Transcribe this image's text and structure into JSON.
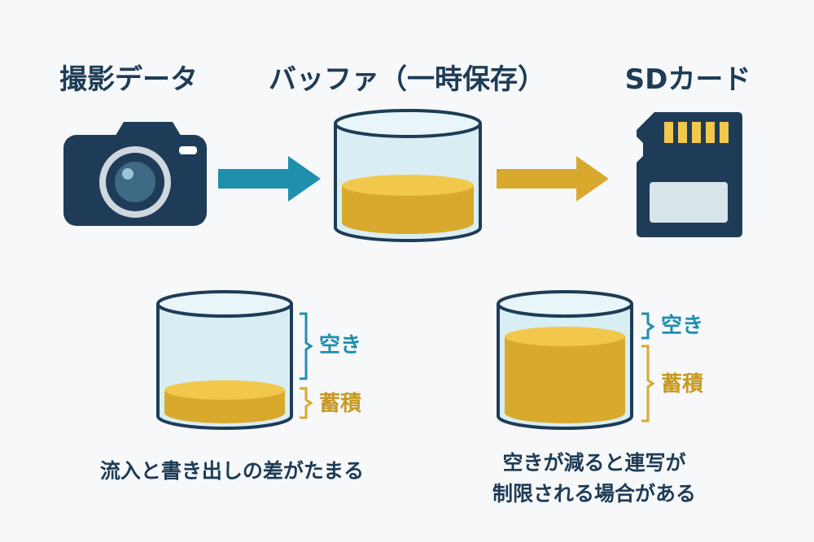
{
  "top": {
    "source_title": "撮影データ",
    "buffer_title": "バッファ（一時保存）",
    "card_title": "SDカード"
  },
  "bottom_left": {
    "empty_label": "空き",
    "stored_label": "蓄積",
    "caption": "流入と書き出しの差がたまる"
  },
  "bottom_right": {
    "empty_label": "空き",
    "stored_label": "蓄積",
    "caption_line1": "空きが減ると連写が",
    "caption_line2": "制限される場合がある"
  },
  "icons": {
    "camera": "camera-icon",
    "sd_card": "sd-card-icon",
    "arrow_in": "arrow-right-icon",
    "arrow_out": "arrow-right-icon"
  },
  "colors": {
    "navy": "#1e3c57",
    "teal": "#1f8fae",
    "gold": "#e3b53a",
    "gold_dark": "#c89a25",
    "glass": "#cfe8ef"
  }
}
